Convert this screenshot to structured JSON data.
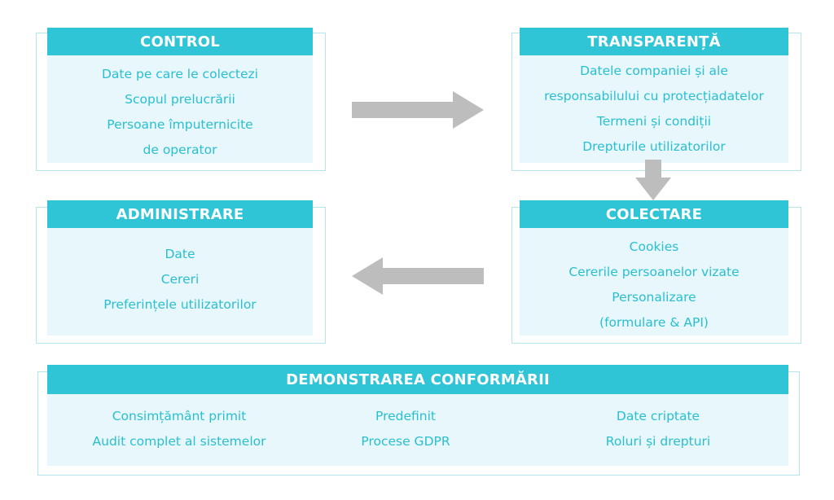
{
  "colors": {
    "header_bg": "#2fc4d6",
    "panel_bg": "#e7f7fb",
    "outline": "#b4e6ee",
    "body_text": "#29bfd2",
    "arrow": "#bdbdbd"
  },
  "control": {
    "title": "CONTROL",
    "lines": [
      "Date pe care le colectezi",
      "Scopul prelucrării",
      "Persoane împuternicite",
      "de operator"
    ]
  },
  "transparenta": {
    "title": "TRANSPARENȚĂ",
    "lines": [
      "Datele companiei și ale",
      "responsabilului cu protecțiadatelor",
      "Termeni și condiții",
      "Drepturile utilizatorilor"
    ]
  },
  "administrare": {
    "title": "ADMINISTRARE",
    "lines": [
      "Date",
      "Cereri",
      "Preferințele utilizatorilor"
    ]
  },
  "colectare": {
    "title": "COLECTARE",
    "lines": [
      "Cookies",
      "Cererile persoanelor vizate",
      "Personalizare",
      "(formulare & API)"
    ]
  },
  "demonstrarea": {
    "title": "DEMONSTRAREA CONFORMĂRII",
    "columns": [
      [
        "Consimțământ primit",
        "Audit complet al sistemelor"
      ],
      [
        "Predefinit",
        "Procese GDPR"
      ],
      [
        "Date criptate",
        "Roluri și drepturi"
      ]
    ]
  }
}
